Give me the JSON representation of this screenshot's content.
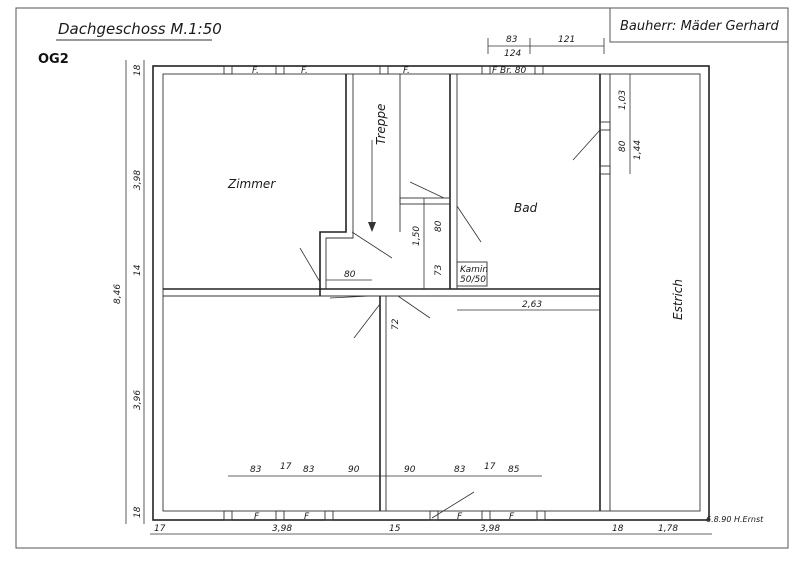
{
  "title_left": "Dachgeschoss M.1:50",
  "floor_code": "OG2",
  "owner": "Bauherr: Mäder Gerhard",
  "signature": "6.8.90 H.Ernst",
  "rooms": {
    "zimmer": "Zimmer",
    "treppe": "Treppe",
    "bad": "Bad",
    "estrich": "Estrich",
    "kamin_1": "Kamin",
    "kamin_2": "50/50"
  },
  "window_marks": {
    "f": "F",
    "f_dot": "F.",
    "f_br": "F Br. 80"
  },
  "dims": {
    "top_83": "83",
    "top_124": "124",
    "top_121": "121",
    "left_18_top": "18",
    "left_398": "3,98",
    "left_846": "8,46",
    "left_14": "14",
    "left_396": "3,96",
    "left_18_bot": "18",
    "right_103": "1,03",
    "right_80": "80",
    "right_144": "1,44",
    "stair_150": "1,50",
    "stair_80a": "80",
    "stair_73": "73",
    "stair_80b": "80",
    "door_72": "72",
    "bad_263": "2,63",
    "low_83a": "83",
    "low_17a": "17",
    "low_83b": "83",
    "low_90a": "90",
    "low_90b": "90",
    "low_83c": "83",
    "low_17b": "17",
    "low_85": "85",
    "bot_17": "17",
    "bot_398a": "3,98",
    "bot_15": "15",
    "bot_398b": "3,98",
    "bot_18": "18",
    "bot_178": "1,78"
  }
}
